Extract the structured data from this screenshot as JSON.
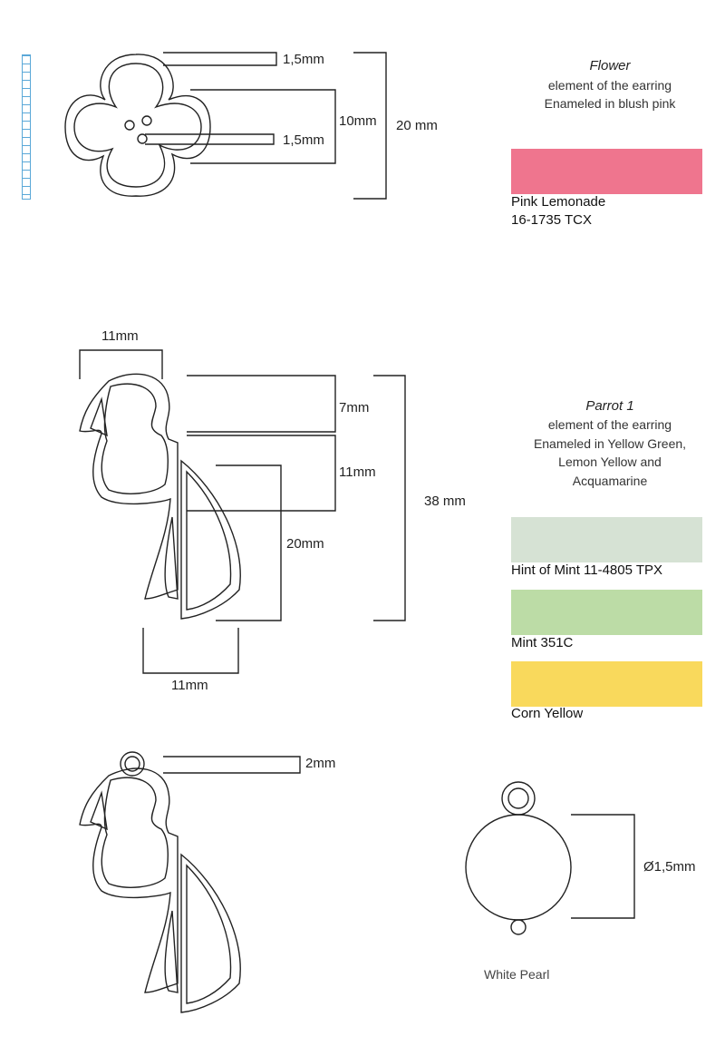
{
  "flower": {
    "dim_top": "1,5mm",
    "dim_inner": "1,5mm",
    "dim_mid": "10mm",
    "dim_total": "20 mm",
    "title": "Flower",
    "desc1": "element of the earring",
    "desc2": "Enameled in blush pink",
    "swatch": {
      "name": "Pink Lemonade",
      "code": "16-1735 TCX",
      "color": "#ef758e"
    }
  },
  "parrot1": {
    "dim_width_top": "11mm",
    "dim_head": "7mm",
    "dim_body": "11mm",
    "dim_wing": "20mm",
    "dim_total": "38 mm",
    "dim_width_bottom": "11mm",
    "title": "Parrot 1",
    "desc1": "element of the earring",
    "desc2": "Enameled in Yellow Green,",
    "desc3": "Lemon Yellow and",
    "desc4": "Acquamarine",
    "swatches": [
      {
        "label": "Hint of Mint 11-4805 TPX",
        "color": "#d6e2d4"
      },
      {
        "label": "Mint 351C",
        "color": "#bcdca6"
      },
      {
        "label": "Corn Yellow",
        "color": "#f9d95c"
      }
    ]
  },
  "parrot2": {
    "dim_ring": "2mm"
  },
  "pearl": {
    "dim_diameter": "Ø1,5mm",
    "label": "White Pearl"
  }
}
